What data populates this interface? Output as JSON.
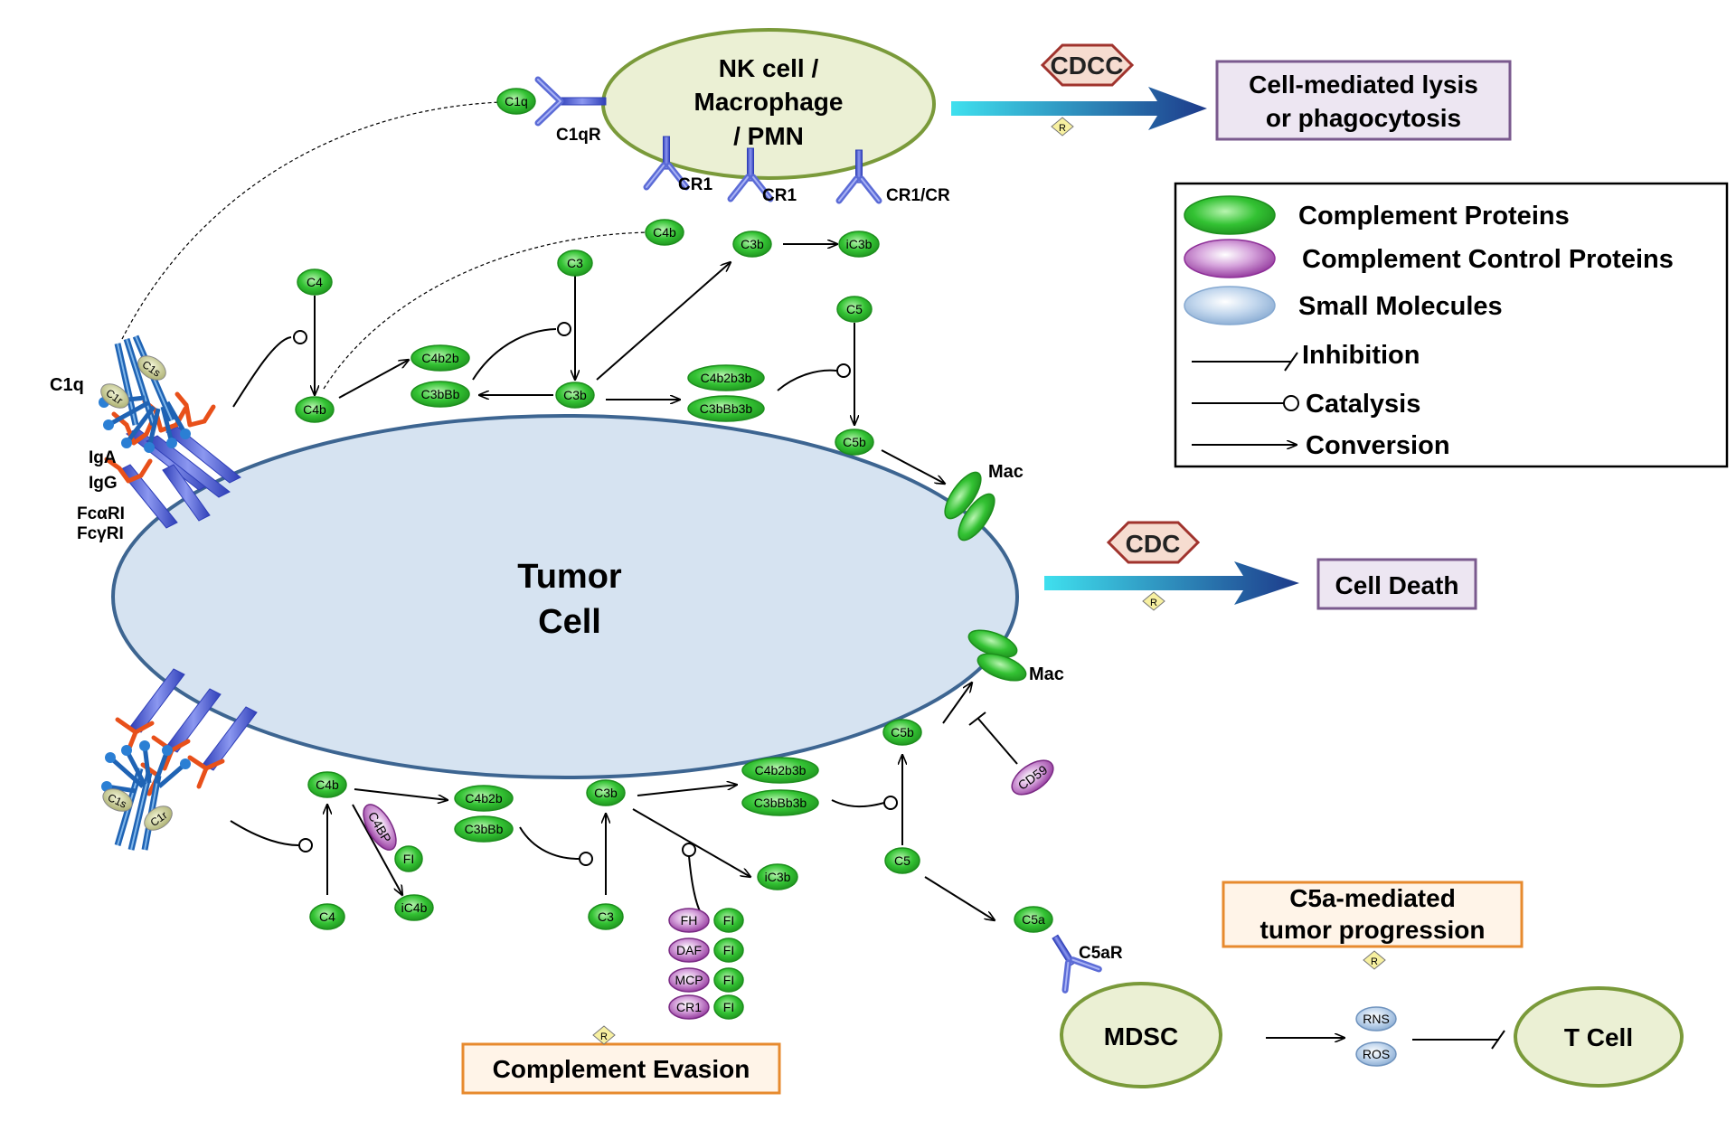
{
  "tumor": {
    "line1": "Tumor",
    "line2": "Cell"
  },
  "nk": {
    "line1": "NK cell /",
    "line2": "Macrophage",
    "line3": "/ PMN"
  },
  "mdsc": "MDSC",
  "tcell": "T Cell",
  "outcomes": {
    "cdcc_badge": "CDCC",
    "cdc_badge": "CDC",
    "r_marker": "R",
    "lysis_line1": "Cell-mediated lysis",
    "lysis_line2": "or phagocytosis",
    "death": "Cell Death",
    "c5a_line1": "C5a-mediated",
    "c5a_line2": "tumor progression",
    "evasion": "Complement Evasion"
  },
  "legend": {
    "complement": "Complement Proteins",
    "control": "Complement Control Proteins",
    "small": "Small Molecules",
    "inhibition": "Inhibition",
    "catalysis": "Catalysis",
    "conversion": "Conversion"
  },
  "receptors": {
    "c1qr": "C1qR",
    "cr1_a": "CR1",
    "cr1_b": "CR1",
    "cr1cr": "CR1/CR",
    "c5ar": "C5aR",
    "c1q": "C1q",
    "iga": "IgA",
    "igg": "IgG",
    "fcari": "FcαRI",
    "fcgri": "FcγRI",
    "mac_top": "Mac",
    "mac_bottom": "Mac"
  },
  "top": {
    "c1q": "C1q",
    "c4b_nk": "C4b",
    "c3b_nk": "C3b",
    "ic3b_nk": "iC3b",
    "c4": "C4",
    "c4b": "C4b",
    "c4b2b": "C4b2b",
    "c3bbb": "C3bBb",
    "c3": "C3",
    "c3b": "C3b",
    "c4b2b3b": "C4b2b3b",
    "c3bbb3b": "C3bBb3b",
    "c5": "C5",
    "c5b": "C5b"
  },
  "bottom": {
    "c4b": "C4b",
    "c4": "C4",
    "c4bp": "C4BP",
    "fi": "FI",
    "ic4b": "iC4b",
    "c4b2b": "C4b2b",
    "c3bbb": "C3bBb",
    "c3b": "C3b",
    "c3": "C3",
    "ic3b": "iC3b",
    "c4b2b3b": "C4b2b3b",
    "c3bbb3b": "C3bBb3b",
    "c5b": "C5b",
    "c5": "C5",
    "cd59": "CD59",
    "c5a": "C5a",
    "fh": "FH",
    "daf": "DAF",
    "mcp": "MCP",
    "cr1": "CR1",
    "fi1": "FI",
    "fi2": "FI",
    "fi3": "FI",
    "fi4": "FI",
    "c1s": "C1s",
    "c1r": "C1r"
  },
  "small": {
    "rns": "RNS",
    "ros": "ROS"
  },
  "top_c1": {
    "c1s": "C1s",
    "c1r": "C1r"
  },
  "colors": {
    "complement": "#2db82d",
    "control": "#9b3fa3",
    "small": "#9fc0e0",
    "tumor_fill": "#d6e3f1",
    "tumor_stroke": "#3d6591",
    "cell_fill": "#ebf0d4",
    "cell_stroke": "#7a9a3a",
    "antibody": "#e8501a",
    "receptor": "#5b6bd6",
    "arrow_dark": "#1d3a8a",
    "arrow_light": "#3fe0ee"
  }
}
